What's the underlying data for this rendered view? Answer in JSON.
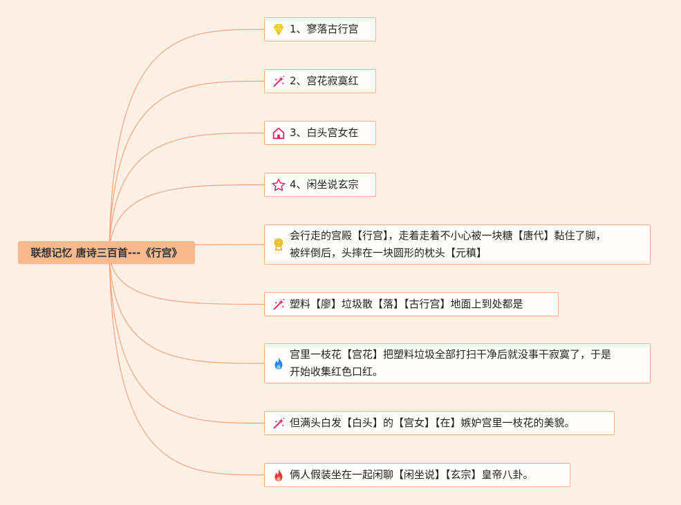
{
  "root": {
    "title": "联想记忆 唐诗三百首---《行宫》"
  },
  "nodes": [
    {
      "icon": "diamond-icon",
      "text": "1、寥落古行宫"
    },
    {
      "icon": "sparkle-wand-icon",
      "text": "2、宫花寂寞红"
    },
    {
      "icon": "house-icon",
      "text": "3、白头宫女在"
    },
    {
      "icon": "star-icon",
      "text": "4、闲坐说玄宗"
    },
    {
      "icon": "medal-icon",
      "text": "会行走的宫殿【行宫】，走着走着不小心被一块糖【唐代】黏住了脚，\n被绊倒后，头摔在一块圆形的枕头【元稹】"
    },
    {
      "icon": "sparkle-wand-icon",
      "text": "塑料【廖】垃圾散【落】【古行宫】地面上到处都是"
    },
    {
      "icon": "blue-flame-icon",
      "text": "宫里一枝花【宫花】把塑料垃圾全部打扫干净后就没事干寂寞了，于是\n开始收集红色口红。"
    },
    {
      "icon": "sparkle-wand-icon",
      "text": "但满头白发【白头】的【宫女】【在】嫉妒宫里一枝花的美貌。"
    },
    {
      "icon": "red-flame-icon",
      "text": "俩人假装坐在一起闲聊【闲坐说】【玄宗】皇帝八卦。"
    }
  ],
  "colors": {
    "background": "#fdf0e4",
    "root_fill": "#f9b98e",
    "node_border": "#f6b08c",
    "link": "#f4a37e"
  }
}
